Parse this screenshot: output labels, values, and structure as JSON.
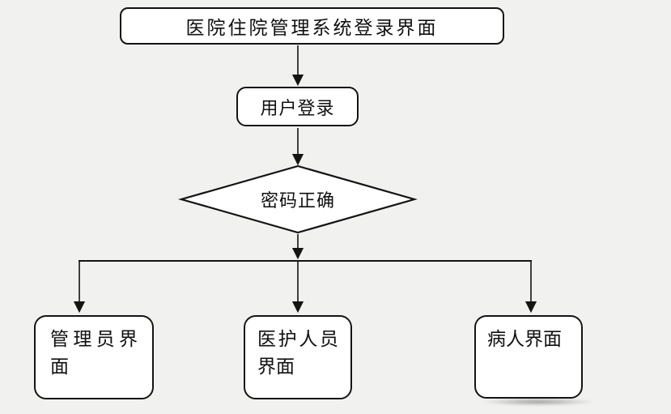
{
  "diagram": {
    "type": "flowchart",
    "colors": {
      "background": "#f1f1f0",
      "node_fill": "#ffffff",
      "line": "#141414",
      "text": "#101010"
    },
    "nodes": [
      {
        "id": "system-login-screen",
        "shape": "rounded-rectangle",
        "label": "医院住院管理系统登录界面"
      },
      {
        "id": "user-login",
        "shape": "rounded-rectangle",
        "label": "用户登录"
      },
      {
        "id": "password-correct",
        "shape": "diamond",
        "label": "密码正确"
      },
      {
        "id": "admin-ui",
        "shape": "rounded-rectangle",
        "label": "管理员界面"
      },
      {
        "id": "medical-staff-ui",
        "shape": "rounded-rectangle",
        "label": "医护人员界面"
      },
      {
        "id": "patient-ui",
        "shape": "rounded-rectangle",
        "label": "病人界面"
      }
    ],
    "edges": [
      {
        "from": "system-login-screen",
        "to": "user-login"
      },
      {
        "from": "user-login",
        "to": "password-correct"
      },
      {
        "from": "password-correct",
        "to": "admin-ui"
      },
      {
        "from": "password-correct",
        "to": "medical-staff-ui"
      },
      {
        "from": "password-correct",
        "to": "patient-ui"
      }
    ]
  }
}
